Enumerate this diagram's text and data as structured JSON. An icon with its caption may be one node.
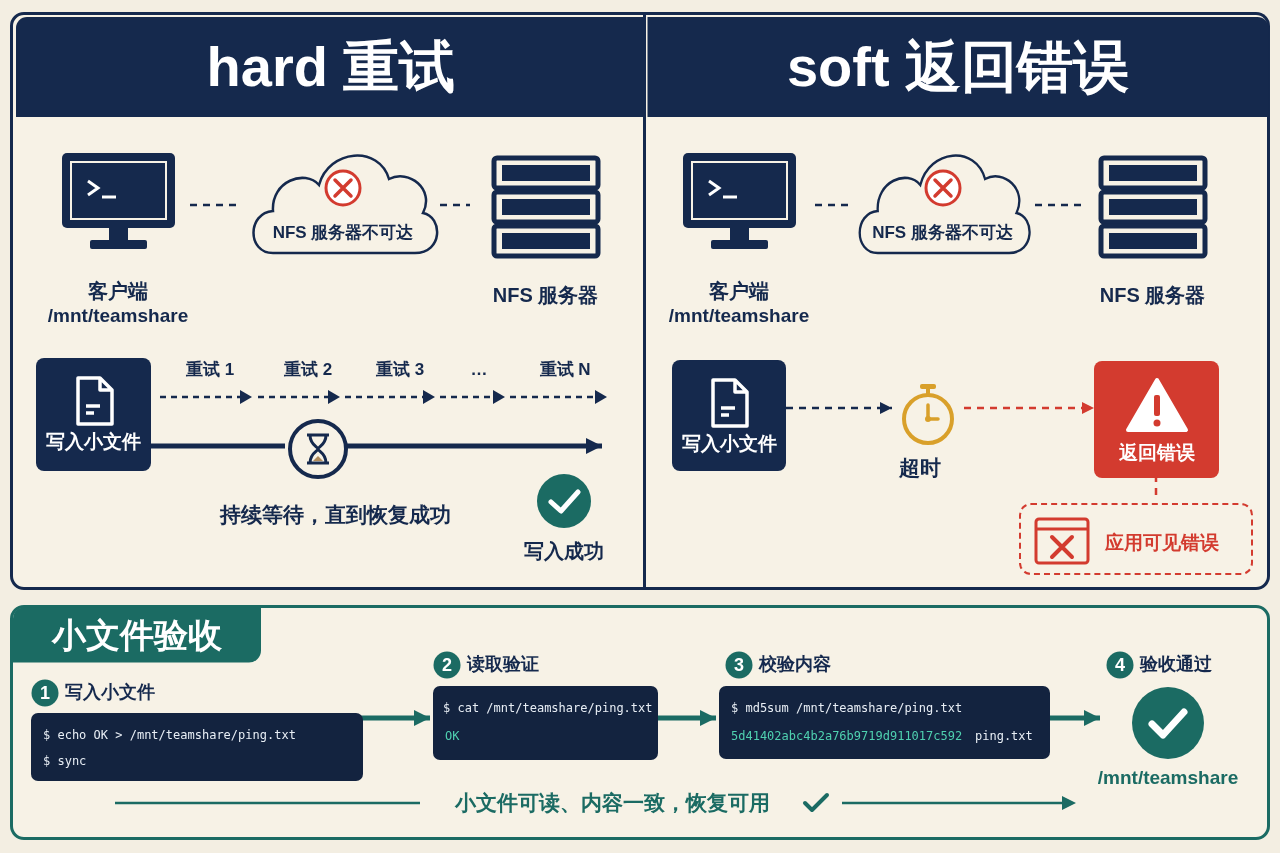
{
  "diagram": {
    "nodes": [
      {
        "text": [
          "hard 重试"
        ]
      },
      {
        "text": [
          "客户端",
          "/mnt/teamshare"
        ],
        "in": 0
      },
      {
        "text": [
          "NFS 服务器不可达"
        ],
        "in": 0
      },
      {
        "text": [
          "NFS 服务器"
        ],
        "in": 0
      },
      {
        "text": [
          "写入小文件"
        ],
        "in": 0
      },
      {
        "text": [],
        "shape": "circle",
        "in": 0
      },
      {
        "text": [
          "写入成功"
        ],
        "in": 0
      },
      {
        "text": [
          "soft 返回错误"
        ]
      },
      {
        "text": [
          "客户端",
          "/mnt/teamshare"
        ],
        "in": 7
      },
      {
        "text": [
          "NFS 服务器不可达"
        ],
        "in": 7
      },
      {
        "text": [
          "NFS 服务器"
        ],
        "in": 7
      },
      {
        "text": [
          "写入小文件"
        ],
        "in": 7
      },
      {
        "text": [
          "超时"
        ],
        "in": 7
      },
      {
        "text": [
          "返回错误"
        ],
        "in": 7
      },
      {
        "text": [
          "应用可见错误"
        ],
        "in": 7
      },
      {
        "text": [
          "小文件验收"
        ]
      },
      {
        "text": [
          "1",
          "写入小文件",
          "$ echo OK > /mnt/teamshare/ping.txt",
          "$ sync"
        ],
        "in": 15
      },
      {
        "text": [
          "2",
          "读取验证",
          "$ cat /mnt/teamshare/ping.txt",
          "OK"
        ],
        "in": 15
      },
      {
        "text": [
          "3",
          "校验内容",
          "$ md5sum /mnt/teamshare/ping.txt",
          "5d41402abc4b2a76b9719d911017c592",
          "ping.txt"
        ],
        "in": 15
      },
      {
        "text": [
          "4",
          "验收通过",
          "/mnt/teamshare"
        ],
        "in": 15
      }
    ],
    "edges": [
      {
        "from": 1,
        "to": 2,
        "arrow": "none",
        "style": "dashed"
      },
      {
        "from": 2,
        "to": 3,
        "arrow": "none",
        "style": "dashed"
      },
      {
        "from": 4,
        "to": 5,
        "arrow": "none",
        "style": "thick"
      },
      {
        "from": 5,
        "to": 6,
        "arrow": "to",
        "style": "thick"
      },
      {
        "from": 8,
        "to": 9,
        "arrow": "none",
        "style": "dashed"
      },
      {
        "from": 9,
        "to": 10,
        "arrow": "none",
        "style": "dashed"
      },
      {
        "from": 11,
        "to": 12,
        "arrow": "to",
        "style": "dashed"
      },
      {
        "from": 12,
        "to": 13,
        "arrow": "to",
        "style": "dashed",
        "color": "#d33b2f"
      },
      {
        "from": 13,
        "to": 14,
        "arrow": "none",
        "style": "dashed",
        "color": "#d33b2f"
      },
      {
        "from": 16,
        "to": 17,
        "arrow": "to",
        "style": "thick",
        "color": "#1b6b63"
      },
      {
        "from": 17,
        "to": 18,
        "arrow": "to",
        "style": "thick",
        "color": "#1b6b63"
      },
      {
        "from": 18,
        "to": 19,
        "arrow": "to",
        "style": "thick",
        "color": "#1b6b63"
      }
    ],
    "labels": [
      "重试 1",
      "重试 2",
      "重试 3",
      "…",
      "重试 N",
      "持续等待，直到恢复成功",
      "小文件可读、内容一致，恢复可用"
    ]
  }
}
